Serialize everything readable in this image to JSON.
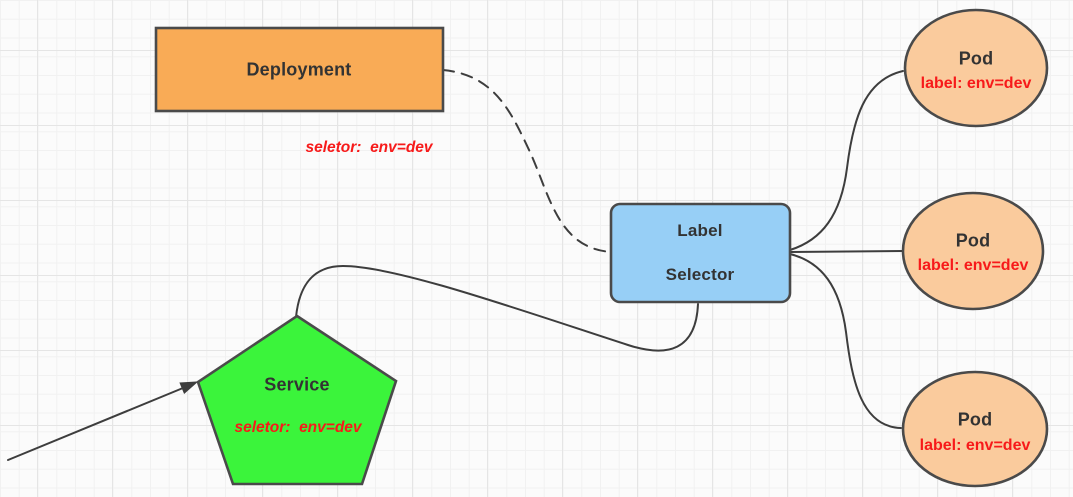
{
  "colors": {
    "deployment_fill": "#f9ab56",
    "service_fill": "#3bf43b",
    "selector_fill": "#97cff6",
    "pod_fill": "#facb9d",
    "node_border": "#4a4a4a",
    "edge_stroke": "#3d3d3d",
    "title_text": "#333333",
    "annotation_red": "#f71a1a"
  },
  "nodes": {
    "deployment": {
      "label": "Deployment",
      "annotation": "seletor:  env=dev"
    },
    "service": {
      "label": "Service",
      "annotation": "seletor:  env=dev"
    },
    "label_selector": {
      "label_line1": "Label",
      "label_line2": "Selector"
    },
    "pods": [
      {
        "label": "Pod",
        "annotation": "label: env=dev"
      },
      {
        "label": "Pod",
        "annotation": "label: env=dev"
      },
      {
        "label": "Pod",
        "annotation": "label: env=dev"
      }
    ]
  }
}
